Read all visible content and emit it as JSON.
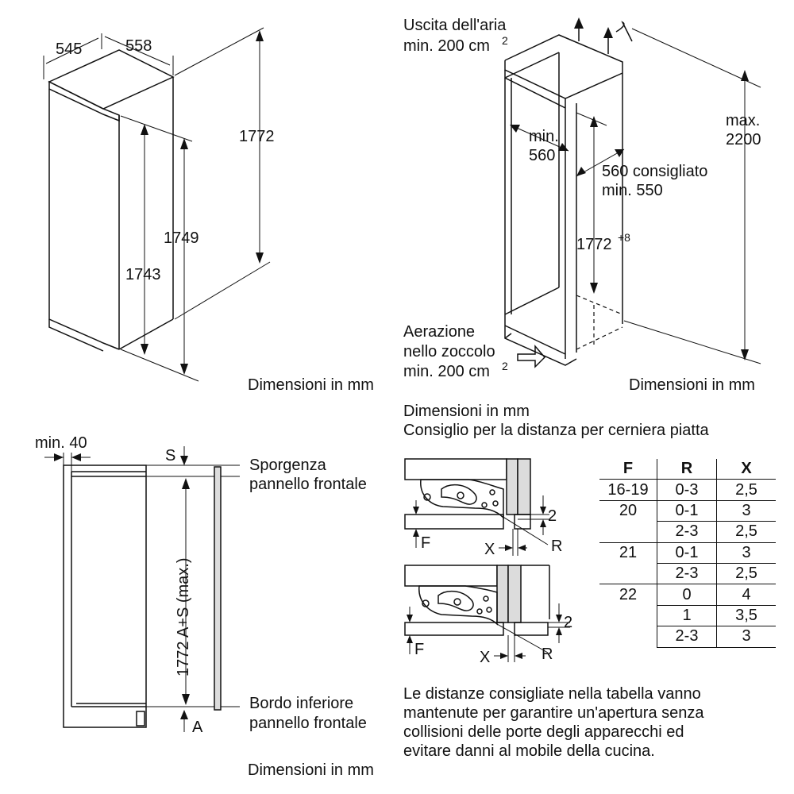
{
  "panel1": {
    "dim_545": "545",
    "dim_558": "558",
    "dim_1772": "1772",
    "dim_1749": "1749",
    "dim_1743": "1743",
    "caption": "Dimensioni in mm"
  },
  "panel2": {
    "air_out_line1": "Uscita dell'aria",
    "air_out_line2": "min. 200 cm",
    "air_out_sup": "2",
    "min560_line1": "min.",
    "min560_line2": "560",
    "rec_line1": "560 consigliato",
    "rec_line2": "min. 550",
    "max_line1": "max.",
    "max_line2": "2200",
    "height": "1772",
    "height_sup": "+8",
    "vent_line1": "Aerazione",
    "vent_line2": "nello zoccolo",
    "vent_line3": "min. 200 cm",
    "vent_sup": "2",
    "caption": "Dimensioni in mm"
  },
  "panel3": {
    "min40": "min. 40",
    "s_label": "S",
    "protrusion_line1": "Sporgenza",
    "protrusion_line2": "pannello frontale",
    "vertical": "1772 A+S (max.)",
    "bottom_line1": "Bordo inferiore",
    "bottom_line2": "pannello frontale",
    "a_label": "A",
    "caption": "Dimensioni in mm"
  },
  "panel4": {
    "caption_line1": "Dimensioni in mm",
    "caption_line2": "Consiglio per la distanza per cerniera piatta",
    "label_2": "2",
    "label_F": "F",
    "label_X": "X",
    "label_R": "R",
    "table": {
      "headers": [
        "F",
        "R",
        "X"
      ],
      "rows": [
        [
          "16-19",
          "0-3",
          "2,5"
        ],
        [
          "20",
          "0-1",
          "3"
        ],
        [
          "",
          "2-3",
          "2,5"
        ],
        [
          "21",
          "0-1",
          "3"
        ],
        [
          "",
          "2-3",
          "2,5"
        ],
        [
          "22",
          "0",
          "4"
        ],
        [
          "",
          "1",
          "3,5"
        ],
        [
          "",
          "2-3",
          "3"
        ]
      ]
    },
    "note_line1": "Le distanze consigliate nella tabella vanno",
    "note_line2": "mantenute per garantire un'apertura senza",
    "note_line3": "collisioni delle porte degli apparecchi ed",
    "note_line4": "evitare danni al mobile della cucina."
  }
}
